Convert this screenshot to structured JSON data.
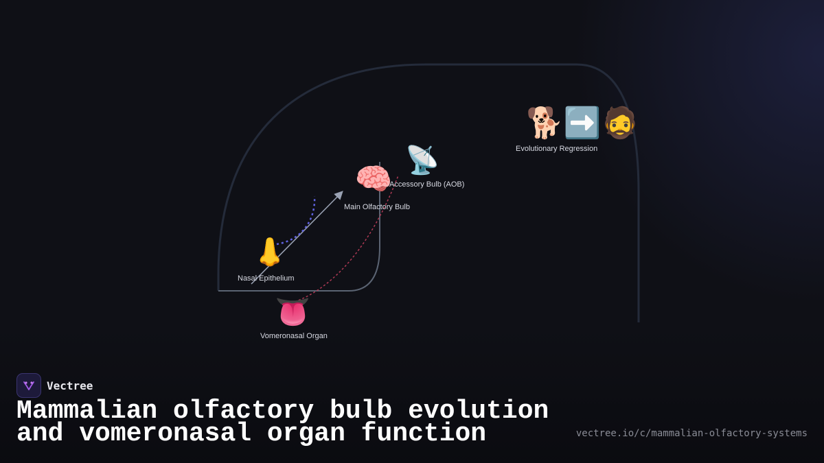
{
  "diagram": {
    "nodes": [
      {
        "id": "nasal",
        "emoji": "👃",
        "icon": "nose-icon",
        "label": "Nasal Epithelium"
      },
      {
        "id": "mob",
        "emoji": "🧠",
        "icon": "brain-icon",
        "label": "Main Olfactory Bulb"
      },
      {
        "id": "aob",
        "emoji": "📡",
        "icon": "satellite-dish-icon",
        "label": "Accessory Bulb (AOB)"
      },
      {
        "id": "vno",
        "emoji": "👅",
        "icon": "tongue-icon",
        "label": "Vomeronasal Organ"
      },
      {
        "id": "evo",
        "emoji": "🐕➡️🧔",
        "icon": "dog-arrow-man-icon",
        "label": "Evolutionary Regression"
      }
    ],
    "colors": {
      "frame": "#242b3a",
      "inner_frame": "#5b6473",
      "main_arrow": "#9aa2b3",
      "blue_path": "#6063e0",
      "red_path": "#b03a55"
    }
  },
  "brand": {
    "name": "Vectree",
    "logo": "vectree-logo-icon"
  },
  "title": {
    "line1": "Mammalian olfactory bulb evolution",
    "line2": "and vomeronasal organ function"
  },
  "url": "vectree.io/c/mammalian-olfactory-systems"
}
